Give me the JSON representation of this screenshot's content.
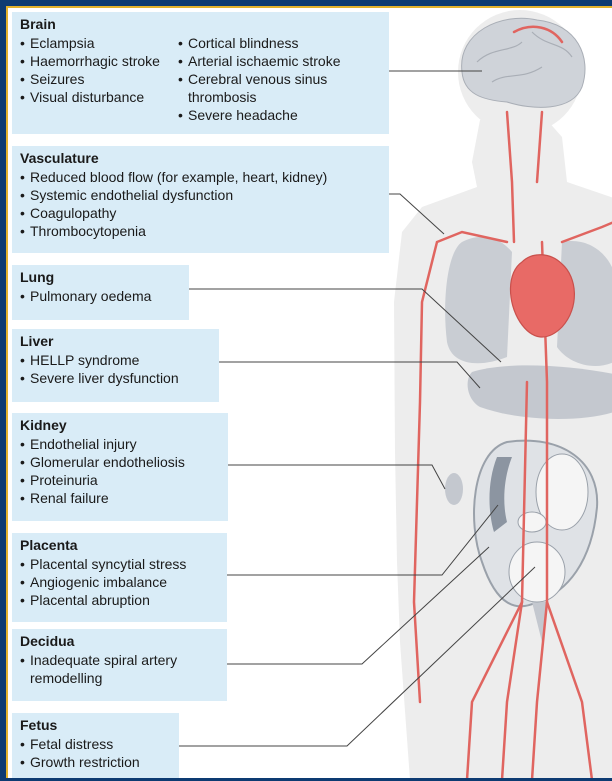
{
  "colors": {
    "frame": "#0d3b72",
    "accent_border": "#e2b22c",
    "box_fill": "#d9ecf7",
    "body_silhouette": "#ededed",
    "vessel_red": "#e06560",
    "heart_red": "#e86a66",
    "organ_grey": "#c9cdd3"
  },
  "boxes": [
    {
      "title": "Brain",
      "left": [
        "Eclampsia",
        "Haemorrhagic stroke",
        "Seizures",
        "Visual disturbance"
      ],
      "right": [
        "Cortical blindness",
        "Arterial ischaemic stroke",
        "Cerebral venous sinus thrombosis",
        "Severe headache"
      ]
    },
    {
      "title": "Vasculature",
      "items": [
        "Reduced blood flow (for example, heart, kidney)",
        "Systemic endothelial dysfunction",
        "Coagulopathy",
        "Thrombocytopenia"
      ]
    },
    {
      "title": "Lung",
      "items": [
        "Pulmonary oedema"
      ]
    },
    {
      "title": "Liver",
      "items": [
        "HELLP syndrome",
        "Severe liver dysfunction"
      ]
    },
    {
      "title": "Kidney",
      "items": [
        "Endothelial injury",
        "Glomerular endotheliosis",
        "Proteinuria",
        "Renal failure"
      ]
    },
    {
      "title": "Placenta",
      "items": [
        "Placental syncytial stress",
        "Angiogenic imbalance",
        "Placental abruption"
      ]
    },
    {
      "title": "Decidua",
      "items": [
        "Inadequate spiral artery remodelling"
      ]
    },
    {
      "title": "Fetus",
      "items": [
        "Fetal distress",
        "Growth restriction"
      ]
    }
  ]
}
